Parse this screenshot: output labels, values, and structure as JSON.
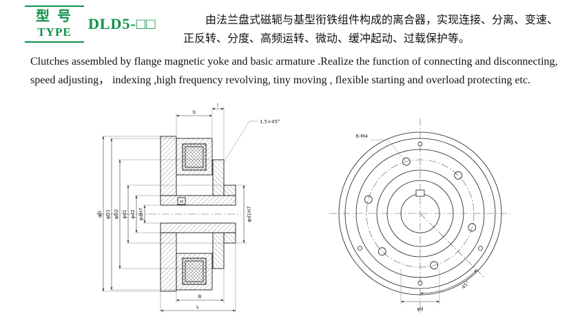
{
  "header": {
    "type_cn": "型 号",
    "type_en": "TYPE",
    "model": "DLD5-□□",
    "desc_cn_line1": "由法兰盘式磁轭与基型衔铁组件构成的离合器，实现连接、分离、变速、",
    "desc_cn_line2": "正反转、分度、高频运转、微动、缓冲起动、过载保护等。",
    "desc_en_line1": "Clutches assembled by flange magnetic yoke and basic armature .Realize the function of connecting and disconnecting,",
    "desc_en_line2": "speed adjusting，  indexing ,high frequency revolving, tiny moving , flexible starting and overload protecting etc."
  },
  "colors": {
    "accent_green": "#0a9148",
    "line": "#1a1a1a"
  },
  "drawings": {
    "left": {
      "dim_b": "b",
      "dim_l": "l",
      "chamfer_note": "1.5×45°",
      "left_dims": {
        "d0": "φD",
        "d1": "φD1",
        "d2": "φD2",
        "d3": "φd1",
        "d4": "φd2",
        "d5": "φdH7"
      },
      "right_dim": "φd1H7",
      "hub_mark": "H",
      "dim_B": "B",
      "dim_L": "L"
    },
    "right": {
      "holes_note": "6-M4",
      "angle_label": "45°",
      "bore_label": "φd"
    }
  }
}
